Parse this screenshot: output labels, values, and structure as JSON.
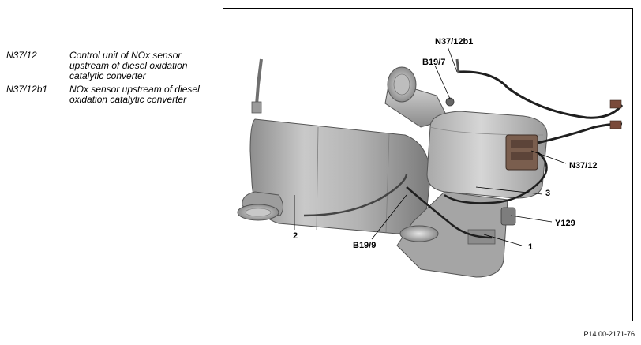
{
  "legend": [
    {
      "code": "N37/12",
      "description": "Control unit of NOx sensor upstream of diesel oxidation catalytic converter"
    },
    {
      "code": "N37/12b1",
      "description": "NOx sensor upstream of diesel oxidation catalytic converter"
    }
  ],
  "callouts": {
    "n37_12b1": "N37/12b1",
    "b19_7": "B19/7",
    "n37_12": "N37/12",
    "num_3": "3",
    "y129": "Y129",
    "num_1": "1",
    "num_2": "2",
    "b19_9": "B19/9"
  },
  "figure_id": "P14.00-2171-76"
}
